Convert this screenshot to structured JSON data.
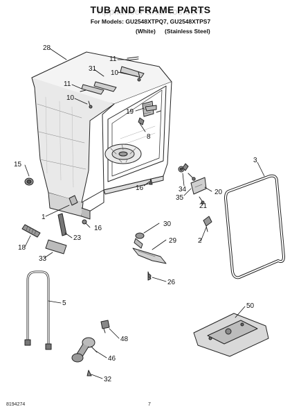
{
  "header": {
    "title": "TUB AND FRAME PARTS",
    "watermark": "AppliancePartsPros.com",
    "models_line": "For Models: GU2548XTPQ7, GU2548XTPS7",
    "variant_white": "(White)",
    "variant_stainless": "(Stainless Steel)"
  },
  "callouts": {
    "c28": "28",
    "c11a": "11",
    "c10a": "10",
    "c31": "31",
    "c11b": "11",
    "c10b": "10",
    "c19": "19",
    "c8": "8",
    "c15": "15",
    "c3": "3",
    "c16a": "16",
    "c34": "34",
    "c20": "20",
    "c35": "35",
    "c21": "21",
    "c1": "1",
    "c16b": "16",
    "c30": "30",
    "c18": "18",
    "c23": "23",
    "c29": "29",
    "c2": "2",
    "c33": "33",
    "c26": "26",
    "c50": "50",
    "c5": "5",
    "c48": "48",
    "c46": "46",
    "c32": "32"
  },
  "footer": {
    "doc_id": "8194274",
    "page_number": "7"
  }
}
